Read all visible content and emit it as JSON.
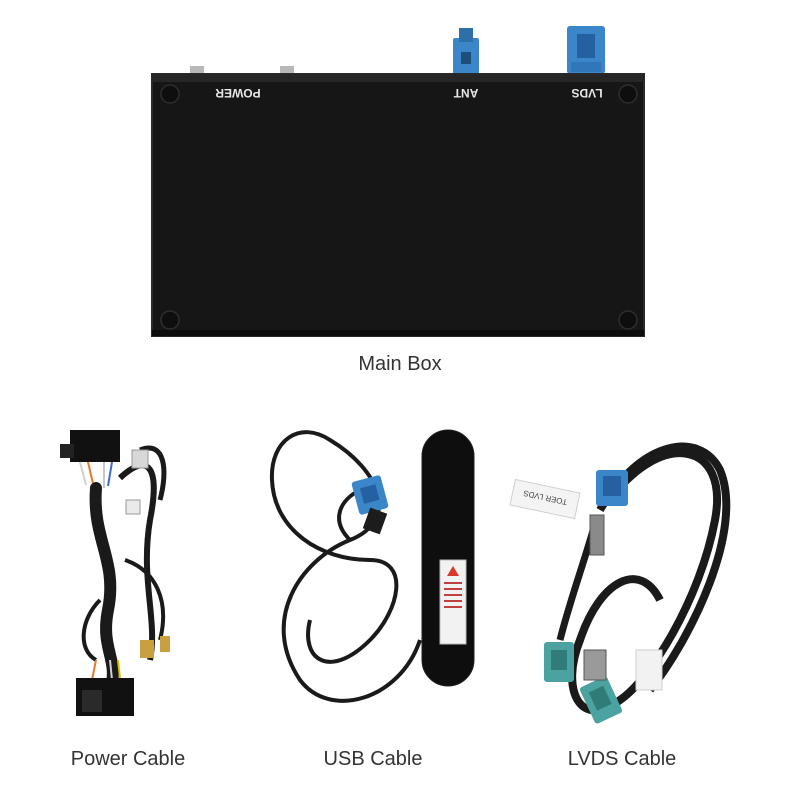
{
  "main_box": {
    "caption": "Main Box",
    "port_labels": {
      "power": "POWER",
      "ant": "ANT",
      "lvds": "LVDS"
    }
  },
  "accessories": {
    "power_cable": {
      "caption": "Power Cable"
    },
    "usb_cable": {
      "caption": "USB Cable"
    },
    "lvds_cable": {
      "caption": "LVDS Cable",
      "tag_text": "TOER LVDS"
    }
  },
  "colors": {
    "box_body": "#161616",
    "connector_blue": "#3a86c8",
    "connector_teal": "#4aa3a0",
    "cable_black": "#1a1a1a",
    "caption_text": "#333333"
  }
}
